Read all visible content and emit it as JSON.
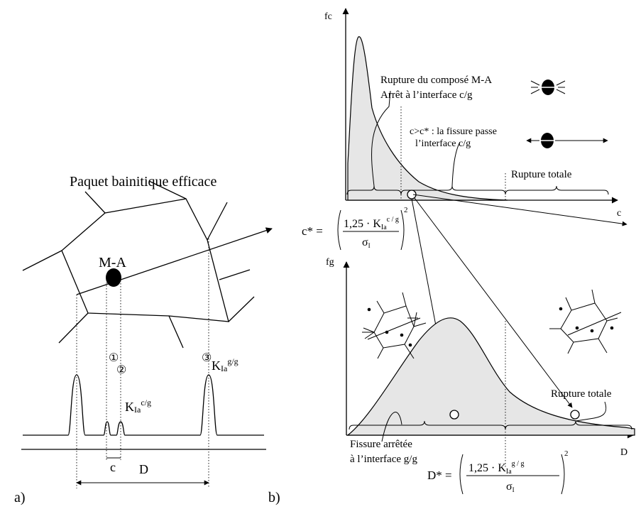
{
  "panel_a": {
    "panel_label": "a)",
    "title": "Paquet bainitique efficace",
    "ma_label": "M-A",
    "marker_1": "①",
    "marker_2": "②",
    "marker_3": "③",
    "k_cg_base": "K",
    "k_cg_sub": "Ia",
    "k_cg_sup": "c/g",
    "k_gg_base": "K",
    "k_gg_sub": "Ia",
    "k_gg_sup": "g/g",
    "c_label": "c",
    "d_label": "D"
  },
  "panel_b": {
    "panel_label": "b)",
    "top_y_label": "fc",
    "top_x_label": "c",
    "note_rupture_line1": "Rupture du composé M-A",
    "note_rupture_line2": "Arrêt à l’interface c/g",
    "note_pass_line1": "c>c* : la fissure passe",
    "note_pass_line2": "l’interface c/g",
    "top_rupture_totale": "Rupture totale",
    "cstar_formula": {
      "lhs": "c* =",
      "coef": "1,25 · K",
      "sub": "Ia",
      "sup": "c / g",
      "denom": "σ",
      "denom_sub": "I",
      "exponent": "2"
    },
    "bottom_y_label": "fg",
    "bottom_x_label": "D",
    "bottom_rupture_totale": "Rupture totale",
    "note_arret_line1": "Fissure arrêtée",
    "note_arret_line2": "à l’interface g/g",
    "dstar_formula": {
      "lhs": "D* =",
      "coef": "1,25 · K",
      "sub": "Ia",
      "sup": "g / g",
      "denom": "σ",
      "denom_sub": "I",
      "exponent": "2"
    }
  }
}
